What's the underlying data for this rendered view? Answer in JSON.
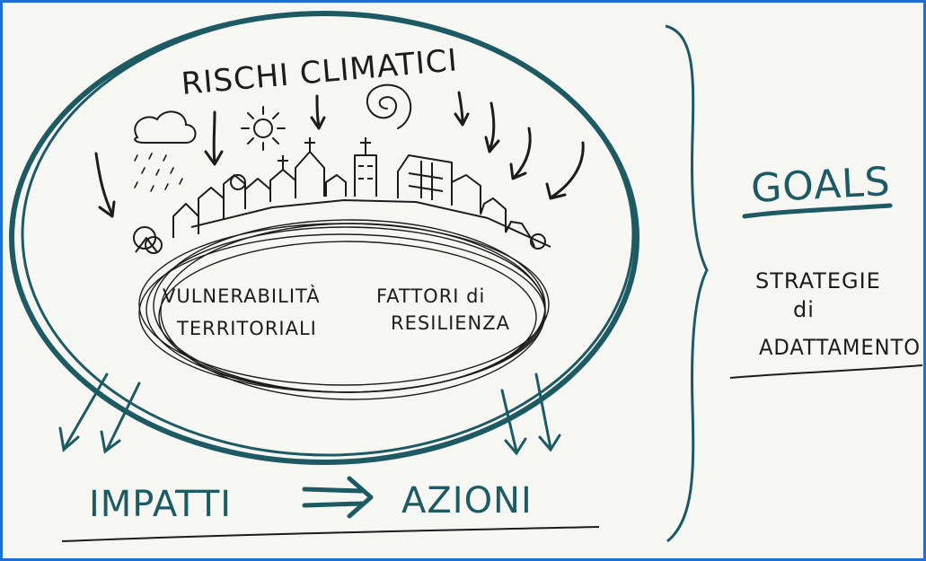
{
  "diagram": {
    "title": "RISCHI CLIMATICI",
    "core_left_line1": "VULNERABILITÀ",
    "core_left_line2": "TERRITORIALI",
    "core_right_line1": "FATTORI di",
    "core_right_line2": "RESILIENZA",
    "impacts": "IMPATTI",
    "actions": "AZIONI",
    "goals": "GOALS",
    "strategy_line1": "STRATEGIE",
    "strategy_line2": "di",
    "strategy_line3": "ADATTAMENTO"
  },
  "colors": {
    "frame": "#1f6fd0",
    "paper": "#f6f6f3",
    "ink": "#1c1c1c",
    "teal": "#1d5a63"
  }
}
